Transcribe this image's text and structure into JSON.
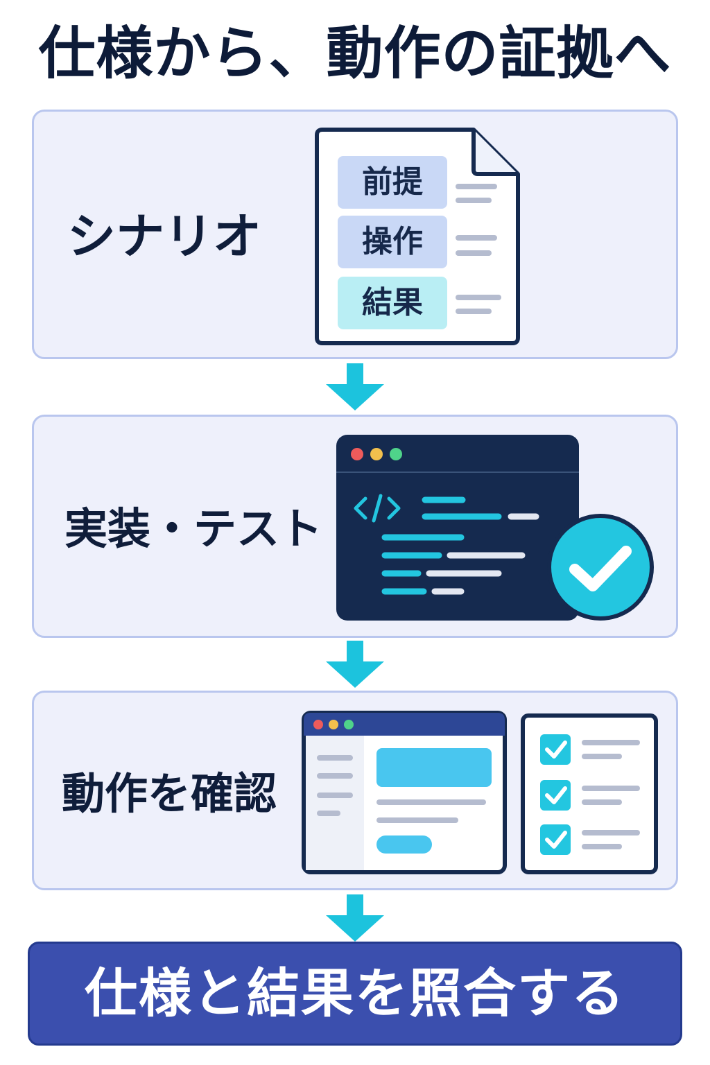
{
  "title": "仕様から、動作の証拠へ",
  "steps": [
    {
      "label": "シナリオ",
      "illustration": "document-icon",
      "rows": [
        "前提",
        "操作",
        "結果"
      ]
    },
    {
      "label": "実装・テスト",
      "illustration": "code-window-icon",
      "badge": "check-circle-icon"
    },
    {
      "label": "動作を確認",
      "illustration": "browser-window-icon",
      "secondary": "checklist-icon"
    }
  ],
  "final": {
    "label": "仕様と結果を照合する"
  },
  "colors": {
    "panel_bg": "#eef0fb",
    "panel_border": "#b9c6ee",
    "navy": "#152a4f",
    "accent_cyan": "#1cc3dd",
    "final_bg": "#3b4fae"
  }
}
